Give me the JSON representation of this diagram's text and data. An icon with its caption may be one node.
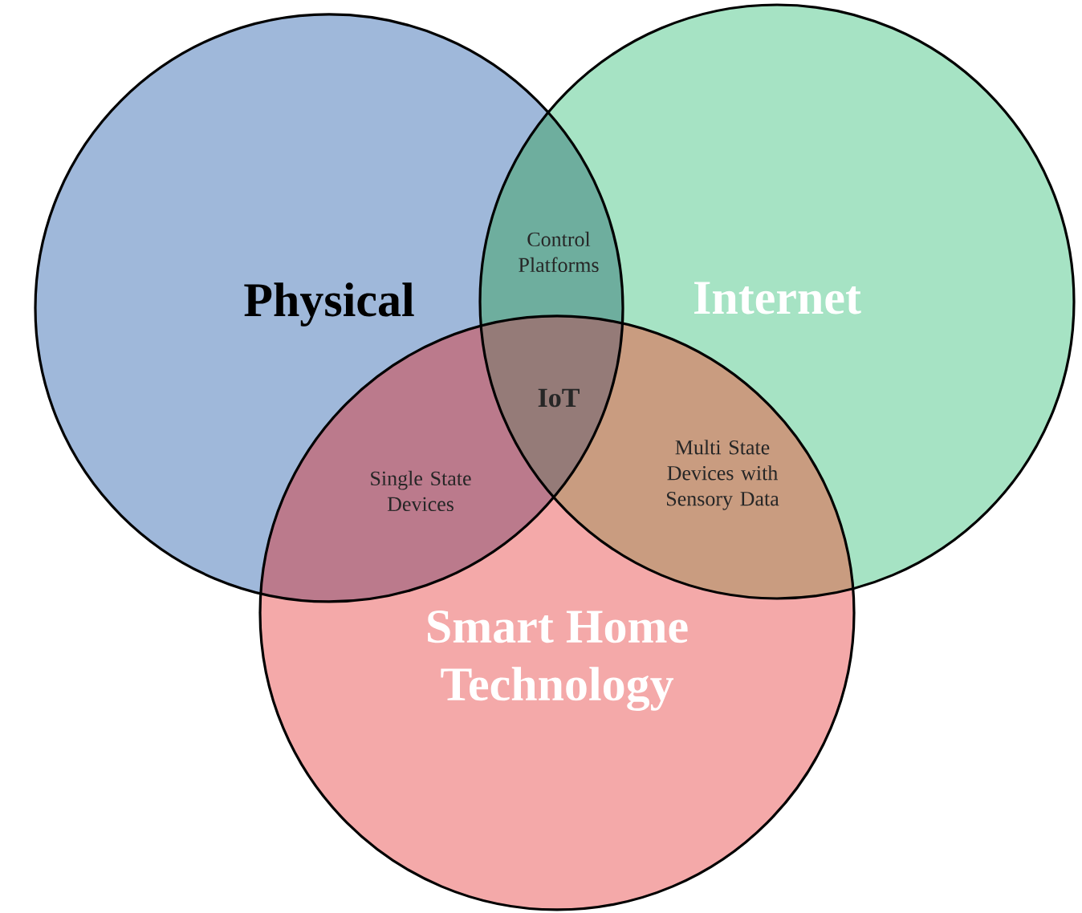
{
  "diagram": {
    "nodes": [
      {
        "text": [
          "Physical"
        ]
      },
      {
        "text": [
          "Internet"
        ]
      },
      {
        "text": [
          "Smart Home Technology"
        ]
      }
    ],
    "labels": [
      "Control Platforms",
      "IoT",
      "Single State Devices",
      "Multi State Devices with Sensory Data"
    ]
  }
}
